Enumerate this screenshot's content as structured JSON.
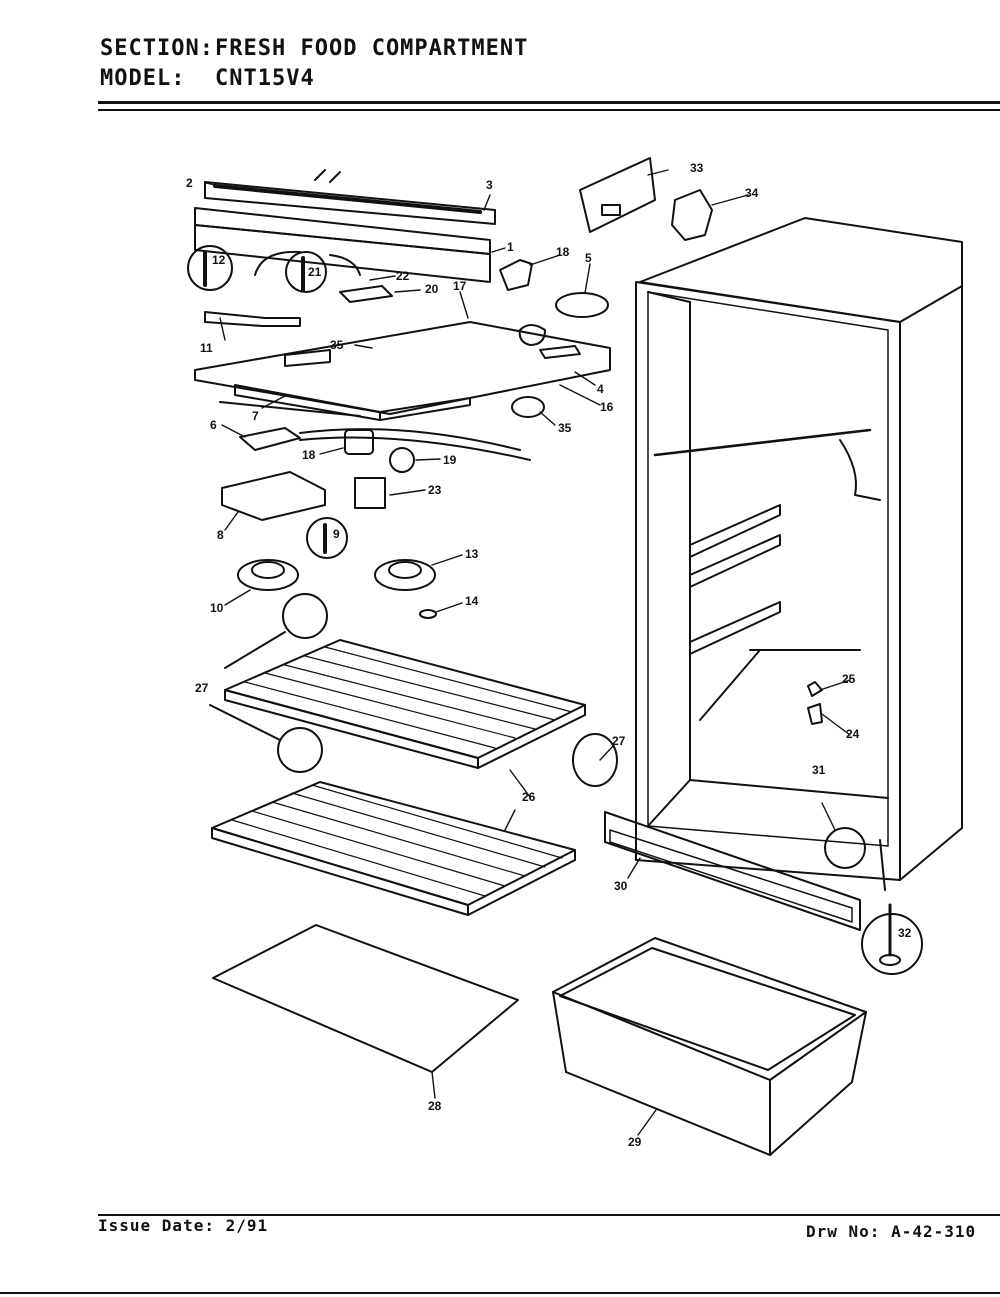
{
  "header": {
    "section_label": "SECTION:",
    "section_value": "FRESH FOOD COMPARTMENT",
    "model_label": "MODEL:",
    "model_value": "CNT15V4"
  },
  "callouts": {
    "p1": "1",
    "p2": "2",
    "p3": "3",
    "p4": "4",
    "p5": "5",
    "p6": "6",
    "p7": "7",
    "p8": "8",
    "p9": "9",
    "p10": "10",
    "p11": "11",
    "p12": "12",
    "p13": "13",
    "p14": "14",
    "p16": "16",
    "p17": "17",
    "p18a": "18",
    "p18b": "18",
    "p19": "19",
    "p20": "20",
    "p21": "21",
    "p22": "22",
    "p23": "23",
    "p24": "24",
    "p25": "25",
    "p26": "26",
    "p27a": "27",
    "p27b": "27",
    "p28": "28",
    "p29": "29",
    "p30": "30",
    "p31": "31",
    "p32": "32",
    "p33": "33",
    "p34": "34",
    "p35a": "35",
    "p35b": "35"
  },
  "footer": {
    "issue_date": "Issue Date: 2/91",
    "drawing_no": "Drw No: A-42-310"
  }
}
